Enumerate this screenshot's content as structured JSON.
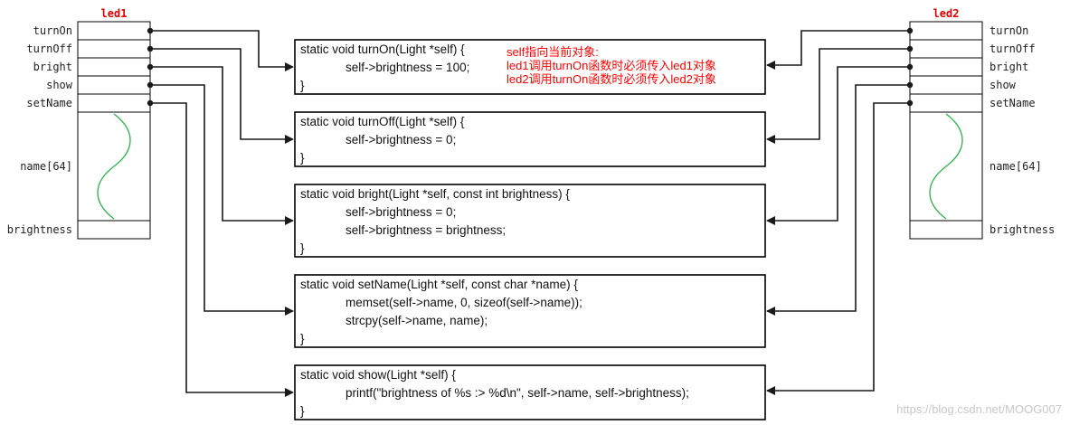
{
  "objects": {
    "left": {
      "title": "led1",
      "fields": [
        "turnOn",
        "turnOff",
        "bright",
        "show",
        "setName",
        "name[64]",
        "brightness"
      ]
    },
    "right": {
      "title": "led2",
      "fields": [
        "turnOn",
        "turnOff",
        "bright",
        "show",
        "setName",
        "name[64]",
        "brightness"
      ]
    }
  },
  "functions": {
    "turnOn": [
      "static void turnOn(Light *self) {",
      "self->brightness = 100;",
      "}"
    ],
    "turnOff": [
      "static void turnOff(Light *self) {",
      "self->brightness = 0;",
      "}"
    ],
    "bright": [
      "static void bright(Light *self, const int brightness) {",
      "self->brightness = 0;",
      "self->brightness = brightness;",
      "}"
    ],
    "setName": [
      "static void setName(Light *self, const char *name) {",
      "memset(self->name, 0, sizeof(self->name));",
      "strcpy(self->name, name);",
      "}"
    ],
    "show": [
      "static void show(Light *self) {",
      "printf(\"brightness of %s :> %d\\n\", self->name, self->brightness);",
      "}"
    ]
  },
  "annotation": [
    "self指向当前对象:",
    "led1调用turnOn函数时必须传入led1对象",
    "led2调用turnOn函数时必须传入led2对象"
  ],
  "watermark": "https://blog.csdn.net/MOOG007",
  "colors": {
    "title": "#e00000",
    "annotation": "#ff0000",
    "wave": "#2ab24a",
    "line": "#1a1a1a"
  }
}
